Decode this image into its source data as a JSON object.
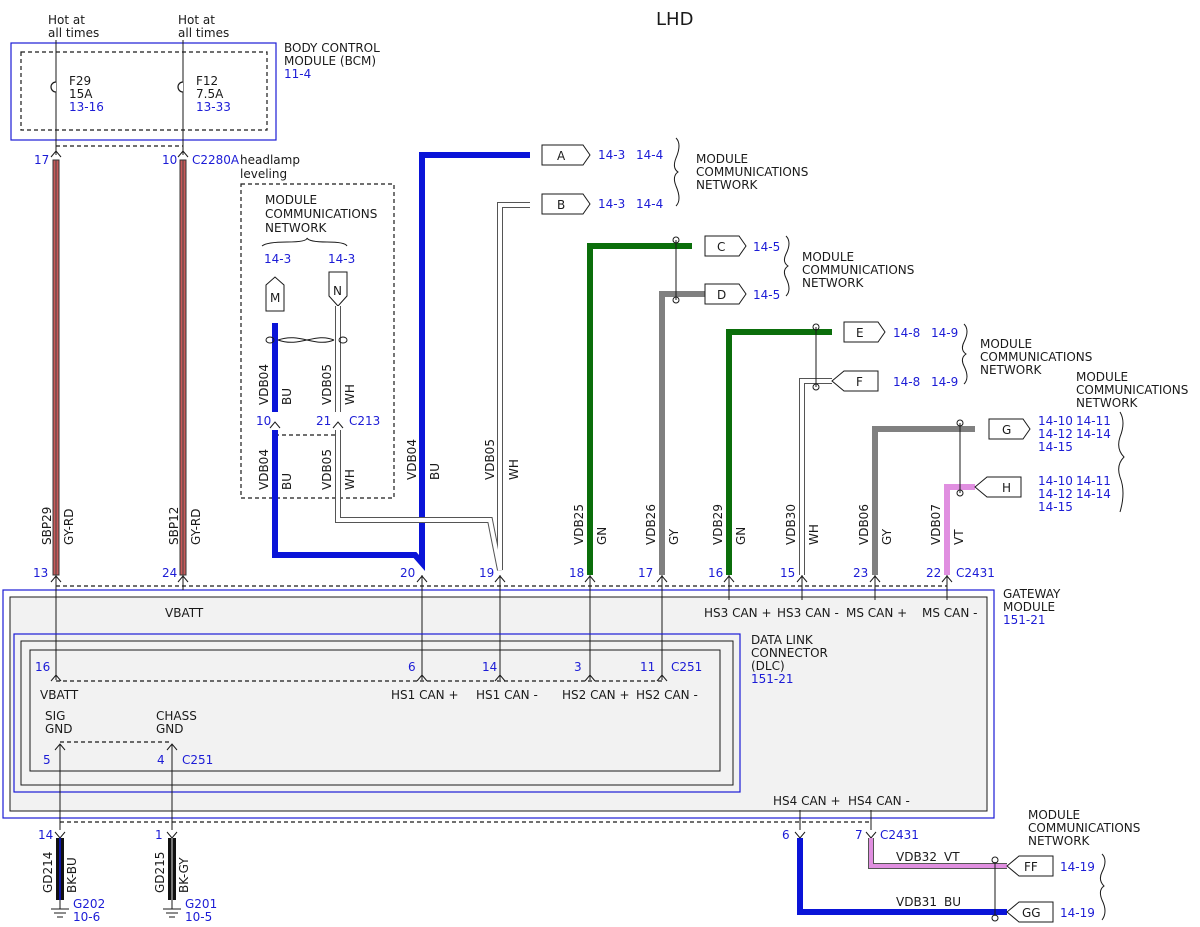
{
  "title": "LHD",
  "supply": {
    "hot_label": [
      "Hot at",
      "all times"
    ],
    "fuses": [
      {
        "name": "F29",
        "rating": "15A",
        "ref": "13-16"
      },
      {
        "name": "F12",
        "rating": "7.5A",
        "ref": "13-33"
      }
    ]
  },
  "bcm": {
    "name": [
      "BODY CONTROL",
      "MODULE (BCM)"
    ],
    "ref": "11-4",
    "pins": [
      "17",
      "10"
    ],
    "connector": "C2280A"
  },
  "headlamp": {
    "label": [
      "headlamp",
      "leveling"
    ],
    "network": [
      "MODULE",
      "COMMUNICATIONS",
      "NETWORK"
    ],
    "refs": [
      "14-3",
      "14-3"
    ],
    "tags": [
      "M",
      "N"
    ],
    "pins": [
      "10",
      "21"
    ],
    "connector": "C213"
  },
  "mcn_label": [
    "MODULE",
    "COMMUNICATIONS",
    "NETWORK"
  ],
  "connectors": [
    {
      "tag": "A",
      "refs": [
        "14-3",
        "14-4"
      ]
    },
    {
      "tag": "B",
      "refs": [
        "14-3",
        "14-4"
      ]
    },
    {
      "tag": "C",
      "refs": [
        "14-5"
      ]
    },
    {
      "tag": "D",
      "refs": [
        "14-5"
      ]
    },
    {
      "tag": "E",
      "refs": [
        "14-8",
        "14-9"
      ]
    },
    {
      "tag": "F",
      "refs": [
        "14-8",
        "14-9"
      ]
    },
    {
      "tag": "G",
      "refs": [
        "14-10",
        "14-11",
        "14-12",
        "14-14",
        "14-15"
      ]
    },
    {
      "tag": "H",
      "refs": [
        "14-10",
        "14-11",
        "14-12",
        "14-14",
        "14-15"
      ]
    },
    {
      "tag": "FF",
      "refs": [
        "14-19"
      ]
    },
    {
      "tag": "GG",
      "refs": [
        "14-19"
      ]
    }
  ],
  "wires": {
    "sbp29": {
      "circuit": "SBP29",
      "color": "GY-RD"
    },
    "sbp12": {
      "circuit": "SBP12",
      "color": "GY-RD"
    },
    "vdb04": {
      "circuit": "VDB04",
      "color": "BU"
    },
    "vdb05": {
      "circuit": "VDB05",
      "color": "WH"
    },
    "vdb25": {
      "circuit": "VDB25",
      "color": "GN"
    },
    "vdb26": {
      "circuit": "VDB26",
      "color": "GY"
    },
    "vdb29": {
      "circuit": "VDB29",
      "color": "GN"
    },
    "vdb30": {
      "circuit": "VDB30",
      "color": "WH"
    },
    "vdb06": {
      "circuit": "VDB06",
      "color": "GY"
    },
    "vdb07": {
      "circuit": "VDB07",
      "color": "VT"
    },
    "gd214": {
      "circuit": "GD214",
      "color": "BK-BU"
    },
    "gd215": {
      "circuit": "GD215",
      "color": "BK-GY"
    },
    "vdb32": {
      "circuit": "VDB32",
      "color": "VT"
    },
    "vdb31": {
      "circuit": "VDB31",
      "color": "BU"
    }
  },
  "gateway": {
    "name": [
      "GATEWAY",
      "MODULE"
    ],
    "ref": "151-21",
    "connector": "C2431",
    "top_pins": [
      "13",
      "24",
      "20",
      "19",
      "18",
      "17",
      "16",
      "15",
      "23",
      "22"
    ],
    "vbatt": "VBATT",
    "can_labels": [
      "HS3 CAN +",
      "HS3 CAN -",
      "MS CAN +",
      "MS CAN -"
    ],
    "hs4_labels": [
      "HS4 CAN +",
      "HS4 CAN -"
    ],
    "bottom_pins": [
      "14",
      "1",
      "6",
      "7"
    ]
  },
  "dlc": {
    "name": [
      "DATA LINK",
      "CONNECTOR",
      "(DLC)"
    ],
    "ref": "151-21",
    "connector": "C251",
    "pins": [
      "16",
      "6",
      "14",
      "3",
      "11"
    ],
    "labels": [
      "VBATT",
      "HS1 CAN +",
      "HS1 CAN -",
      "HS2 CAN +",
      "HS2 CAN -"
    ],
    "gnd_labels": [
      [
        "SIG",
        "GND"
      ],
      [
        "CHASS",
        "GND"
      ]
    ],
    "gnd_pins": [
      "5",
      "4"
    ]
  },
  "grounds": [
    {
      "name": "G202",
      "ref": "10-6"
    },
    {
      "name": "G201",
      "ref": "10-5"
    }
  ],
  "colors": {
    "blue_wire": "#0a14d8",
    "green_wire": "#0b6e0b",
    "gray_wire": "#808080",
    "violet_wire": "#e08fe0",
    "ref_text": "#1c1cd6",
    "gy_rd_wire": "#c85a5a"
  }
}
